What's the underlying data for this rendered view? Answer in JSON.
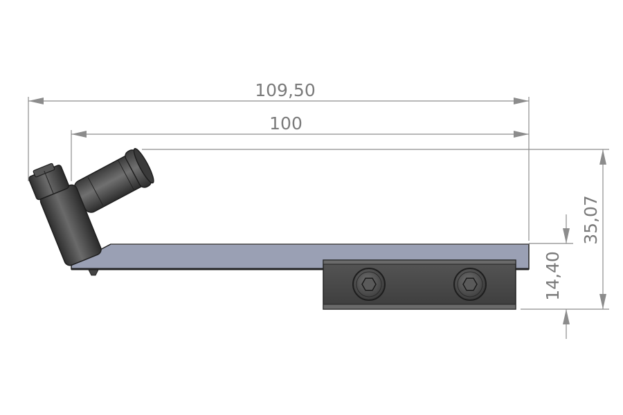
{
  "dimensions": {
    "overall_length": "109,50",
    "plate_length": "100",
    "overall_height": "35,07",
    "rail_height": "14,40"
  },
  "colors": {
    "dimension": "#8c8c8c",
    "plate": "#9aa0b4",
    "part_dark": "#4a4a4a",
    "background": "#ffffff"
  },
  "parts": [
    "plate",
    "rail-block",
    "hex-socket-screw",
    "hex-socket-screw",
    "elbow-push-fitting"
  ]
}
